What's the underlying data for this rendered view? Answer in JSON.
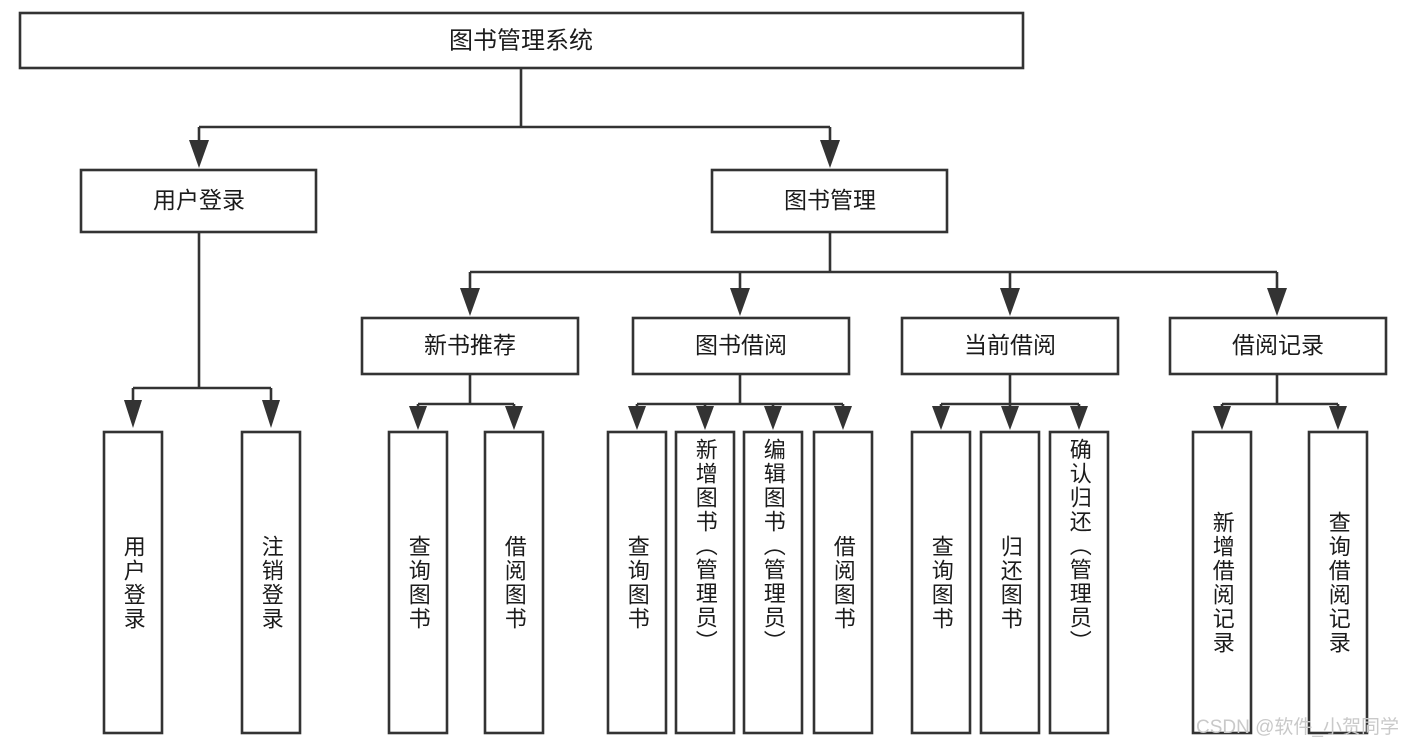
{
  "diagram": {
    "type": "tree",
    "title_node": {
      "label": "图书管理系统"
    },
    "level2": [
      {
        "label": "用户登录"
      },
      {
        "label": "图书管理"
      }
    ],
    "level3": [
      {
        "label": "新书推荐"
      },
      {
        "label": "图书借阅"
      },
      {
        "label": "当前借阅"
      },
      {
        "label": "借阅记录"
      }
    ],
    "leaves": {
      "user_login": [
        {
          "label": "用户登录"
        },
        {
          "label": "注销登录"
        }
      ],
      "new_book_recommend": [
        {
          "label": "查询图书"
        },
        {
          "label": "借阅图书"
        }
      ],
      "book_borrow": [
        {
          "label": "查询图书"
        },
        {
          "label": "新增图书（管理员）"
        },
        {
          "label": "编辑图书（管理员）"
        },
        {
          "label": "借阅图书"
        }
      ],
      "current_borrow": [
        {
          "label": "查询图书"
        },
        {
          "label": "归还图书"
        },
        {
          "label": "确认归还（管理员）"
        }
      ],
      "borrow_record": [
        {
          "label": "新增借阅记录"
        },
        {
          "label": "查询借阅记录"
        }
      ]
    }
  },
  "watermark": {
    "text": "CSDN @软件_小贺同学"
  },
  "colors": {
    "stroke": "#333333",
    "text": "#1b1b1b",
    "background": "#ffffff",
    "watermark": "#c9c9c9"
  }
}
